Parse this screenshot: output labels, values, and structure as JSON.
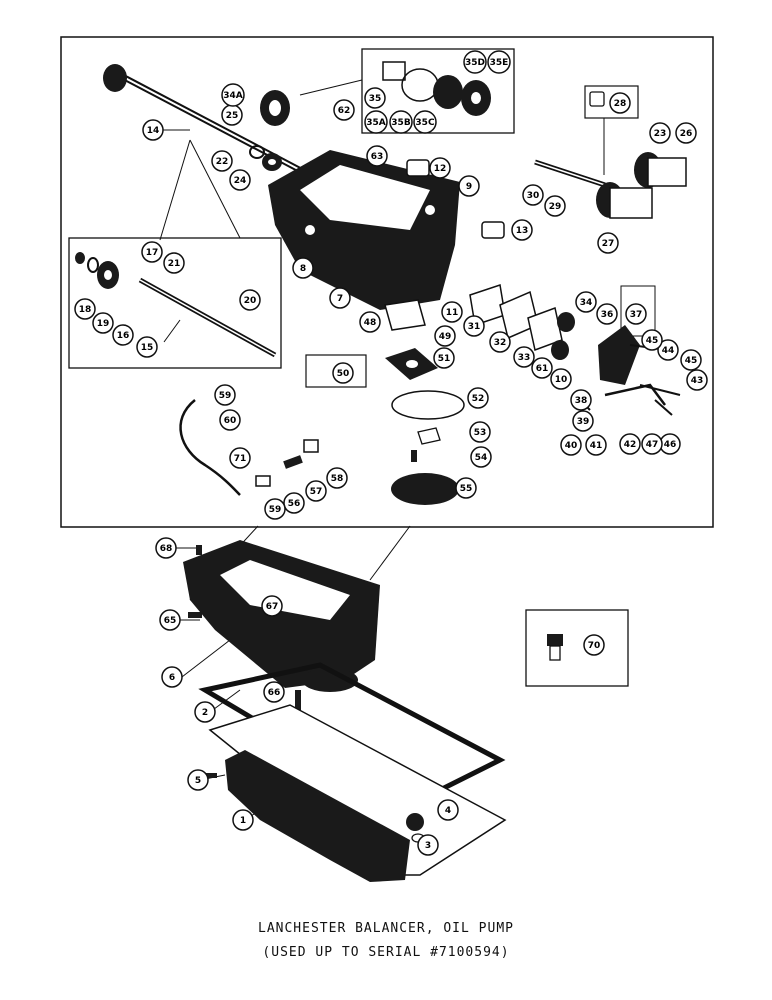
{
  "caption": {
    "line1": "LANCHESTER BALANCER, OIL PUMP",
    "line2": "(USED UP TO SERIAL #7100594)"
  },
  "colors": {
    "ink": "#111111",
    "paper": "#ffffff",
    "part_fill": "#1a1a1a"
  },
  "callouts": {
    "c1": "1",
    "c2": "2",
    "c3": "3",
    "c4": "4",
    "c5": "5",
    "c6": "6",
    "c7": "7",
    "c8": "8",
    "c9": "9",
    "c10": "10",
    "c11": "11",
    "c12": "12",
    "c13": "13",
    "c14": "14",
    "c15": "15",
    "c16": "16",
    "c17": "17",
    "c18": "18",
    "c19": "19",
    "c20": "20",
    "c21": "21",
    "c22": "22",
    "c23": "23",
    "c24": "24",
    "c25": "25",
    "c26": "26",
    "c27": "27",
    "c28": "28",
    "c29": "29",
    "c30": "30",
    "c31": "31",
    "c32": "32",
    "c33": "33",
    "c34": "34",
    "c34a": "34A",
    "c35": "35",
    "c35a": "35A",
    "c35b": "35B",
    "c35c": "35C",
    "c35d": "35D",
    "c35e": "35E",
    "c36": "36",
    "c37": "37",
    "c38": "38",
    "c39": "39",
    "c40": "40",
    "c41": "41",
    "c42": "42",
    "c43": "43",
    "c44": "44",
    "c45a": "45",
    "c45b": "45",
    "c46": "46",
    "c47": "47",
    "c48": "48",
    "c49": "49",
    "c50": "50",
    "c51": "51",
    "c52": "52",
    "c53": "53",
    "c54": "54",
    "c55": "55",
    "c56": "56",
    "c57": "57",
    "c58": "58",
    "c59a": "59",
    "c59b": "59",
    "c60": "60",
    "c61": "61",
    "c62": "62",
    "c63": "63",
    "c65": "65",
    "c66": "66",
    "c67": "67",
    "c68": "68",
    "c70": "70",
    "c71": "71"
  }
}
